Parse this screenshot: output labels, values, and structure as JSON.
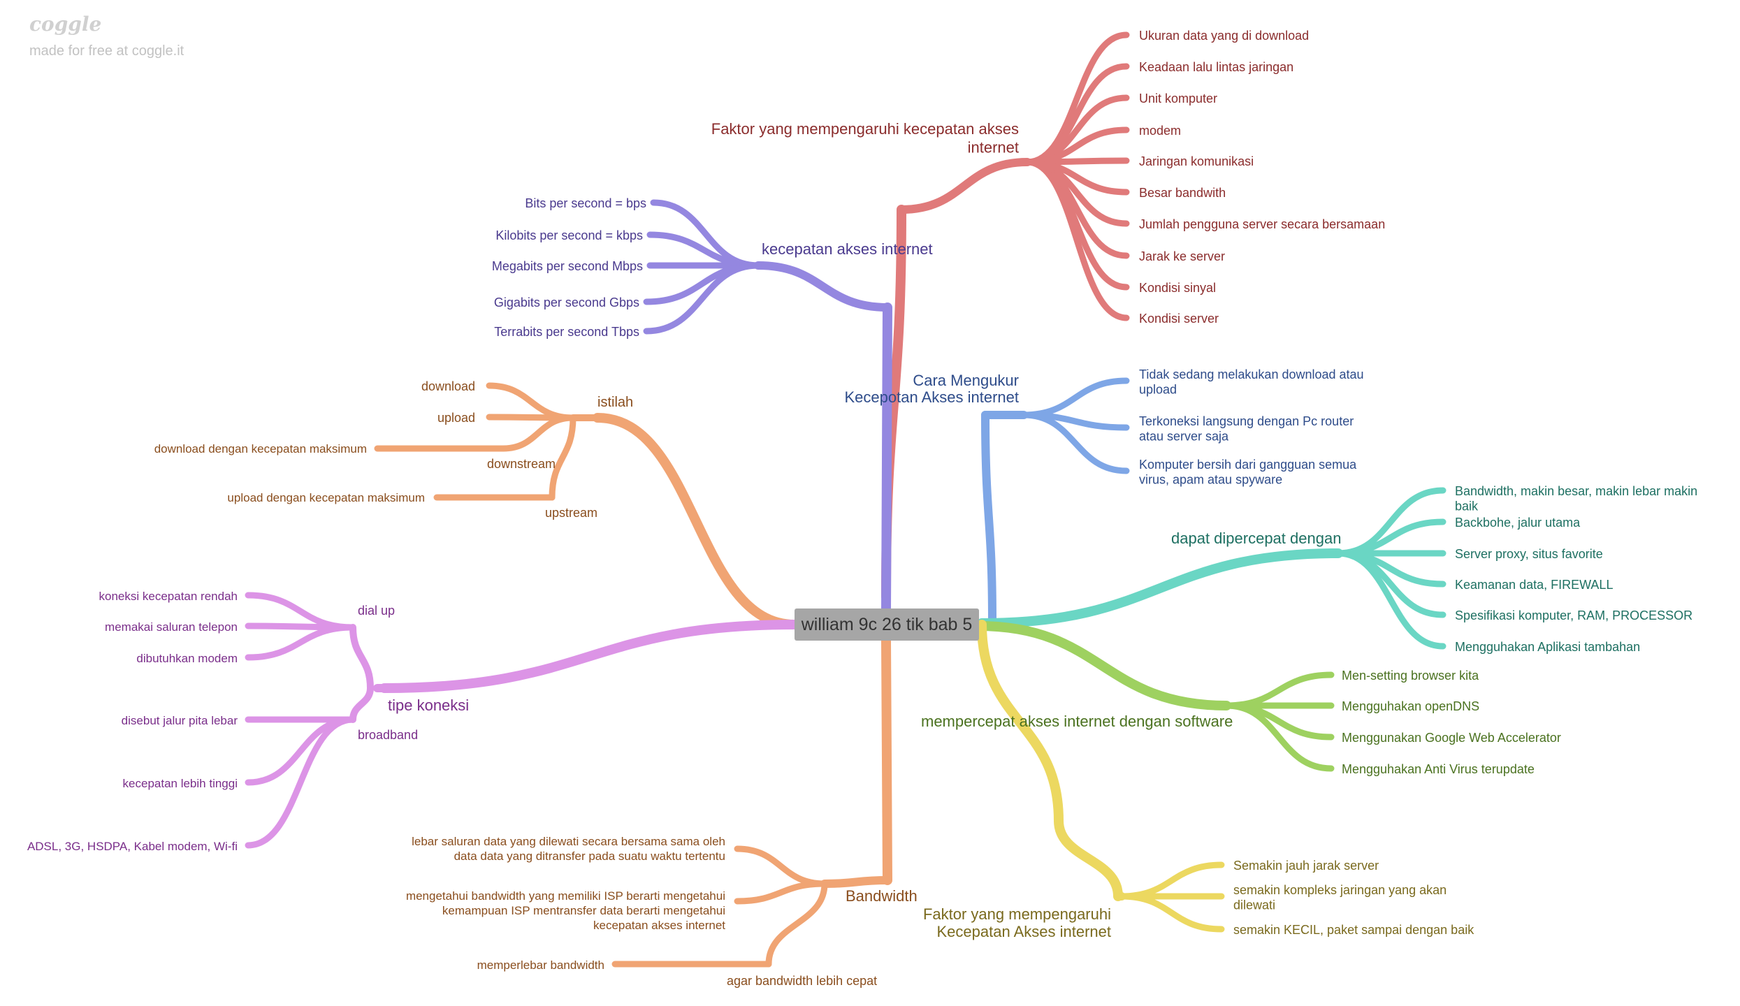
{
  "watermark": {
    "logo": "coggle",
    "tagline": "made for free at coggle.it"
  },
  "center": "william 9c 26 tik bab 5",
  "branches": [
    {
      "id": "faktor-akses",
      "label": "Faktor yang mempengaruhi kecepatan akses internet",
      "color": "#e07a7a",
      "text_color": "#8b2d2d",
      "children": [
        "Ukuran data yang di download",
        "Keadaan lalu lintas jaringan",
        "Unit komputer",
        "modem",
        "Jaringan komunikasi",
        "Besar bandwith",
        "Jumlah pengguna server secara bersamaan",
        "Jarak ke server",
        "Kondisi sinyal",
        "Kondisi server"
      ]
    },
    {
      "id": "kecepatan-akses",
      "label": "kecepatan akses internet",
      "color": "#9487e0",
      "text_color": "#4a3a8e",
      "children": [
        "Bits per second = bps",
        "Kilobits per second = kbps",
        "Megabits per second Mbps",
        "Gigabits per second Gbps",
        "Terrabits per second Tbps"
      ]
    },
    {
      "id": "cara-mengukur",
      "label": "Cara Mengukur Kecepotan Akses internet",
      "color": "#7ea6e6",
      "text_color": "#2e4c8a",
      "children": [
        "Tidak sedang melakukan download atau upload",
        "Terkoneksi langsung dengan Pc router atau server saja",
        "Komputer bersih dari gangguan semua virus, apam atau spyware"
      ]
    },
    {
      "id": "istilah",
      "label": "istilah",
      "color": "#f0a473",
      "text_color": "#8a4e1e",
      "children": [
        "download",
        "upload",
        "downstream",
        "upstream"
      ],
      "grandchildren": [
        "download dengan kecepatan maksimum",
        "upload dengan kecepatan maksimum"
      ]
    },
    {
      "id": "dipercepat",
      "label": "dapat dipercepat dengan",
      "color": "#6ad6c4",
      "text_color": "#1e7062",
      "children": [
        "Bandwidth, makin besar, makin lebar makin baik",
        "Backbohe, jalur utama",
        "Server proxy, situs favorite",
        "Keamanan data, FIREWALL",
        "Spesifikasi komputer, RAM, PROCESSOR",
        "Mengguhakan Aplikasi tambahan"
      ]
    },
    {
      "id": "tipe-koneksi",
      "label": "tipe koneksi",
      "color": "#dc94e6",
      "text_color": "#7a2e8a",
      "children": [
        "dial up",
        "broadband"
      ],
      "grandchildren": [
        "koneksi kecepatan rendah",
        "memakai saluran telepon",
        "dibutuhkan modem",
        "disebut jalur pita lebar",
        "kecepatan lebih tinggi",
        "ADSL, 3G, HSDPA, Kabel modem, Wi-fi"
      ]
    },
    {
      "id": "software",
      "label": "mempercepat akses internet dengan software",
      "color": "#9ed160",
      "text_color": "#4b7220",
      "children": [
        "Men-setting browser kita",
        "Mengguhakan openDNS",
        "Menggunakan Google Web Accelerator",
        "Mengguhakan Anti Virus terupdate"
      ]
    },
    {
      "id": "bandwidth",
      "label": "Bandwidth",
      "color": "#f0a473",
      "text_color": "#8a4e1e",
      "children": [
        "lebar saluran data yang dilewati secara bersama sama oleh data data yang ditransfer pada suatu waktu tertentu",
        "mengetahui bandwidth yang memiliki ISP berarti mengetahui kemampuan ISP mentransfer data berarti mengetahui kecepatan akses internet",
        "agar bandwidth lebih cepat"
      ],
      "grandchildren": [
        "memperlebar bandwidth"
      ]
    },
    {
      "id": "faktor-kecepatan",
      "label": "Faktor yang mempengaruhi Kecepatan Akses internet",
      "color": "#ecd860",
      "text_color": "#7a6a1e",
      "children": [
        "Semakin jauh jarak server",
        "semakin kompleks jaringan yang akan dilewati",
        "semakin KECIL, paket sampai dengan baik"
      ]
    }
  ]
}
